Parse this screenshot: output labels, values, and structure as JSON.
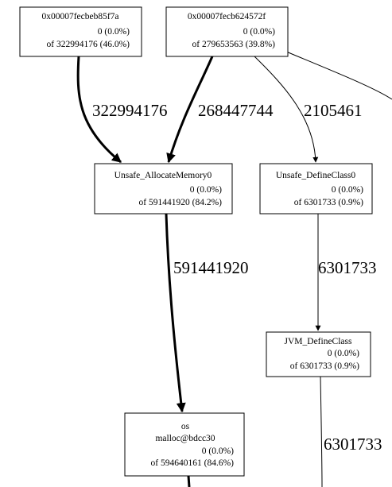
{
  "nodes": [
    {
      "id": "n1",
      "lines": [
        "0x00007fecbeb85f7a",
        "0 (0.0%)",
        "of 322994176 (46.0%)"
      ]
    },
    {
      "id": "n2",
      "lines": [
        "0x00007fecb624572f",
        "0 (0.0%)",
        "of 279653563 (39.8%)"
      ]
    },
    {
      "id": "n3",
      "lines": [
        "Unsafe_AllocateMemory0",
        "0 (0.0%)",
        "of 591441920 (84.2%)"
      ]
    },
    {
      "id": "n4",
      "lines": [
        "Unsafe_DefineClass0",
        "0 (0.0%)",
        "of 6301733 (0.9%)"
      ]
    },
    {
      "id": "n5",
      "lines": [
        "JVM_DefineClass",
        "0 (0.0%)",
        "of 6301733 (0.9%)"
      ]
    },
    {
      "id": "n6",
      "lines": [
        "os",
        "malloc@bdcc30",
        "0 (0.0%)",
        "of 594640161 (84.6%)"
      ]
    }
  ],
  "edges": [
    {
      "id": "e1",
      "from": "n1",
      "to": "n3",
      "label": "322994176"
    },
    {
      "id": "e2",
      "from": "n2",
      "to": "n3",
      "label": "268447744"
    },
    {
      "id": "e3",
      "from": "n2",
      "to": "n4",
      "label": "2105461"
    },
    {
      "id": "e4",
      "from": "n3",
      "to": "n6",
      "label": "591441920"
    },
    {
      "id": "e5",
      "from": "n4",
      "to": "n5",
      "label": "6301733"
    },
    {
      "id": "e6",
      "from": "n5",
      "to": "",
      "label": "6301733"
    },
    {
      "id": "e7",
      "from": "n2",
      "to": "",
      "label": ""
    },
    {
      "id": "e8",
      "from": "n6",
      "to": "",
      "label": ""
    }
  ]
}
